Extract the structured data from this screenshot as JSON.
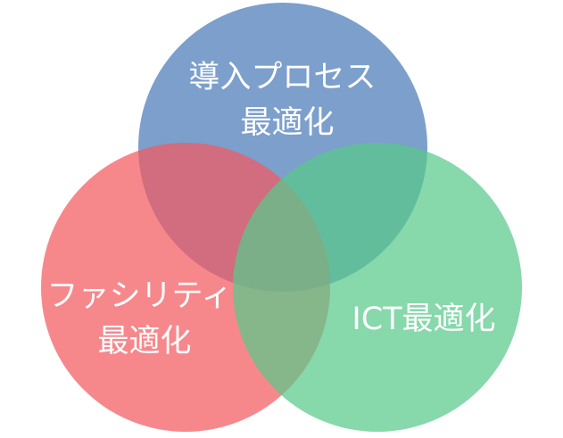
{
  "diagram": {
    "type": "venn",
    "sets": [
      {
        "id": "top",
        "lines": [
          "導入プロセス",
          "最適化"
        ],
        "color": "#4a7ab8"
      },
      {
        "id": "left",
        "lines": [
          "ファシリティ",
          "最適化"
        ],
        "color": "#f25a5f"
      },
      {
        "id": "right",
        "lines": [
          "ICT最適化"
        ],
        "color": "#59c98a"
      }
    ]
  }
}
